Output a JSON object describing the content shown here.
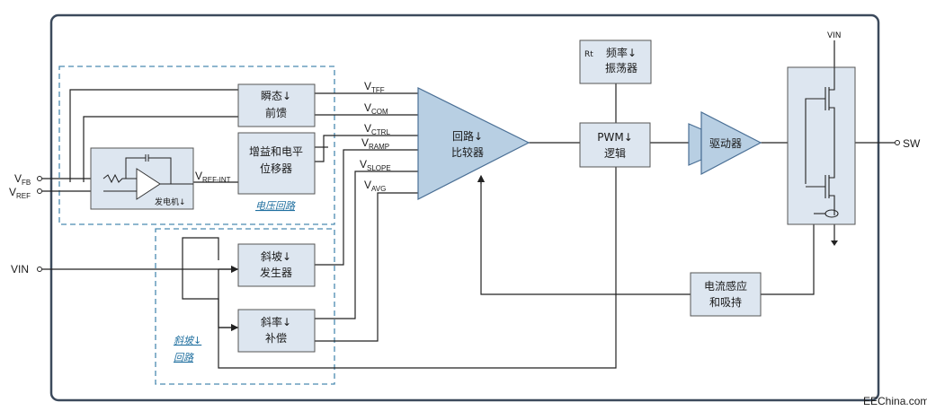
{
  "blocks": {
    "transient_ff": [
      "瞬态↓",
      "前馈"
    ],
    "gain_level": [
      "增益和电平",
      "位移器"
    ],
    "amplifier_label": "发电机↓",
    "loop_comparator": [
      "回路↓",
      "比较器"
    ],
    "oscillator": [
      "频率↓",
      "振荡器"
    ],
    "oscillator_rt": "Rt",
    "pwm_logic": [
      "PWM↓",
      "逻辑"
    ],
    "driver": "驱动器",
    "ramp_gen": [
      "斜坡↓",
      "发生器"
    ],
    "slope_comp": [
      "斜率↓",
      "补偿"
    ],
    "current_sense": [
      "电流感应",
      "和吸持"
    ]
  },
  "signals": {
    "vtff": {
      "main": "V",
      "sub": "TFF"
    },
    "vcom": {
      "main": "V",
      "sub": "COM"
    },
    "vctrl": {
      "main": "V",
      "sub": "CTRL"
    },
    "vramp": {
      "main": "V",
      "sub": "RAMP"
    },
    "vslope": {
      "main": "V",
      "sub": "SLOPE"
    },
    "vavg": {
      "main": "V",
      "sub": "AVG"
    },
    "vrefint": {
      "main": "V",
      "sub": "REF-INT"
    }
  },
  "pins": {
    "vfb": {
      "main": "V",
      "sub": "FB"
    },
    "vref": {
      "main": "V",
      "sub": "REF"
    },
    "vin": "VIN",
    "sw": "SW",
    "vin_top": "VIN"
  },
  "regions": {
    "voltage_loop": "电压回路",
    "ramp_loop": [
      "斜坡↓",
      "回路"
    ]
  },
  "watermark": "EEChina.com"
}
